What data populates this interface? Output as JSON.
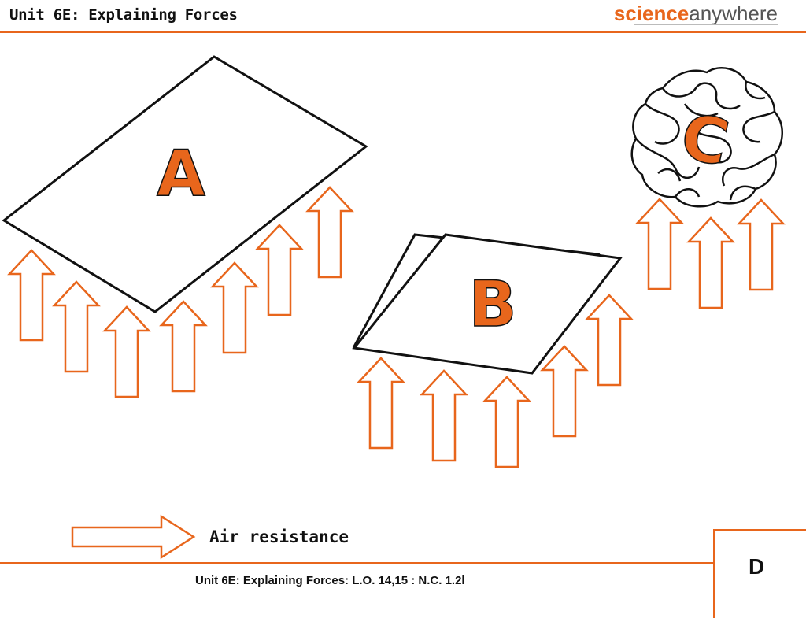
{
  "header": {
    "title": "Unit 6E: Explaining Forces"
  },
  "logo": {
    "part1": "science",
    "part2": "anywhere"
  },
  "labels": {
    "a": "A",
    "b": "B",
    "c": "C",
    "d": "D"
  },
  "legend": {
    "label": "Air resistance",
    "arrow_icon": "arrow-right-outline"
  },
  "footer": {
    "text": "Unit 6E: Explaining Forces: L.O. 14,15 : N.C. 1.2l"
  },
  "colors": {
    "accent": "#e8661c",
    "ink": "#111111"
  }
}
